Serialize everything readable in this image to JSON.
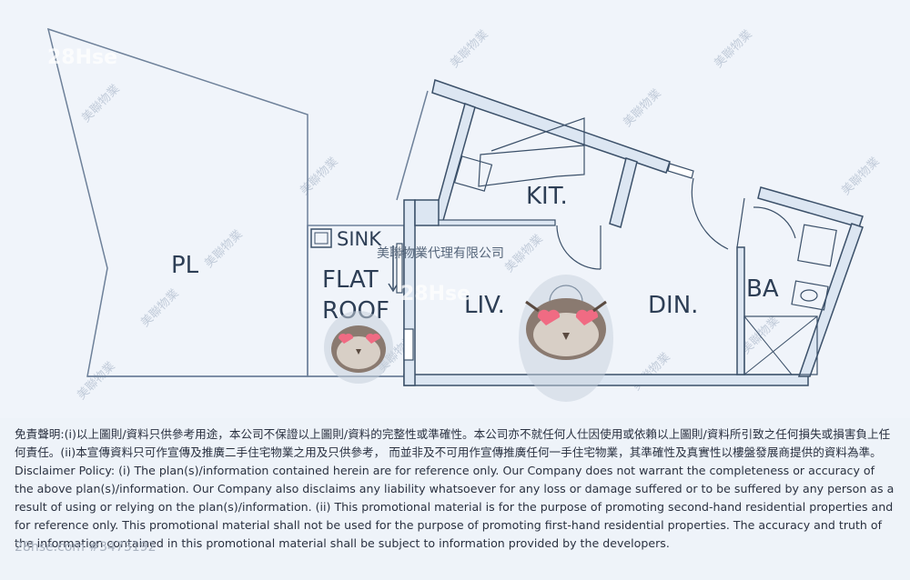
{
  "rooms": {
    "pl": "PL",
    "sink": "SINK",
    "flat_roof_line1": "FLAT",
    "flat_roof_line2": "ROOF",
    "kit": "KIT.",
    "liv": "LIV.",
    "din": "DIN.",
    "ba": "BA"
  },
  "agency_watermark": "美聯物業代理有限公司",
  "brand_watermark": "28Hse",
  "diagonal_watermark": "美聯物業",
  "disclaimer": {
    "chinese": "免責聲明:(i)以上圖則/資料只供參考用途，本公司不保證以上圖則/資料的完整性或準確性。本公司亦不就任何人仕因使用或依賴以上圖則/資料所引致之任何損失或損害負上任何責任。(ii)本宣傳資料只可作宣傳及推廣二手住宅物業之用及只供參考， 而並非及不可用作宣傳推廣任何一手住宅物業，其準確性及真實性以樓盤發展商提供的資料為準。",
    "english": "Disclaimer Policy: (i) The plan(s)/information contained herein are for reference only. Our Company does not warrant the completeness or accuracy of the above plan(s)/information. Our Company also disclaims any liability whatsoever for any loss or damage suffered or to be suffered by any person as a result of using or relying on the plan(s)/information. (ii) This promotional material is for the purpose of promoting second-hand residential properties and for reference only. This promotional material shall not be used for the purpose of promoting first-hand residential properties. The accuracy and truth of the information contained in this promotional material shall be subject to information provided by the developers."
  },
  "footer_watermark": "28hse.com #3473192",
  "colors": {
    "wall": "#3b5069",
    "wall_fill": "#dce6f2",
    "line": "#6d8099",
    "background": "#f0f4fa"
  }
}
